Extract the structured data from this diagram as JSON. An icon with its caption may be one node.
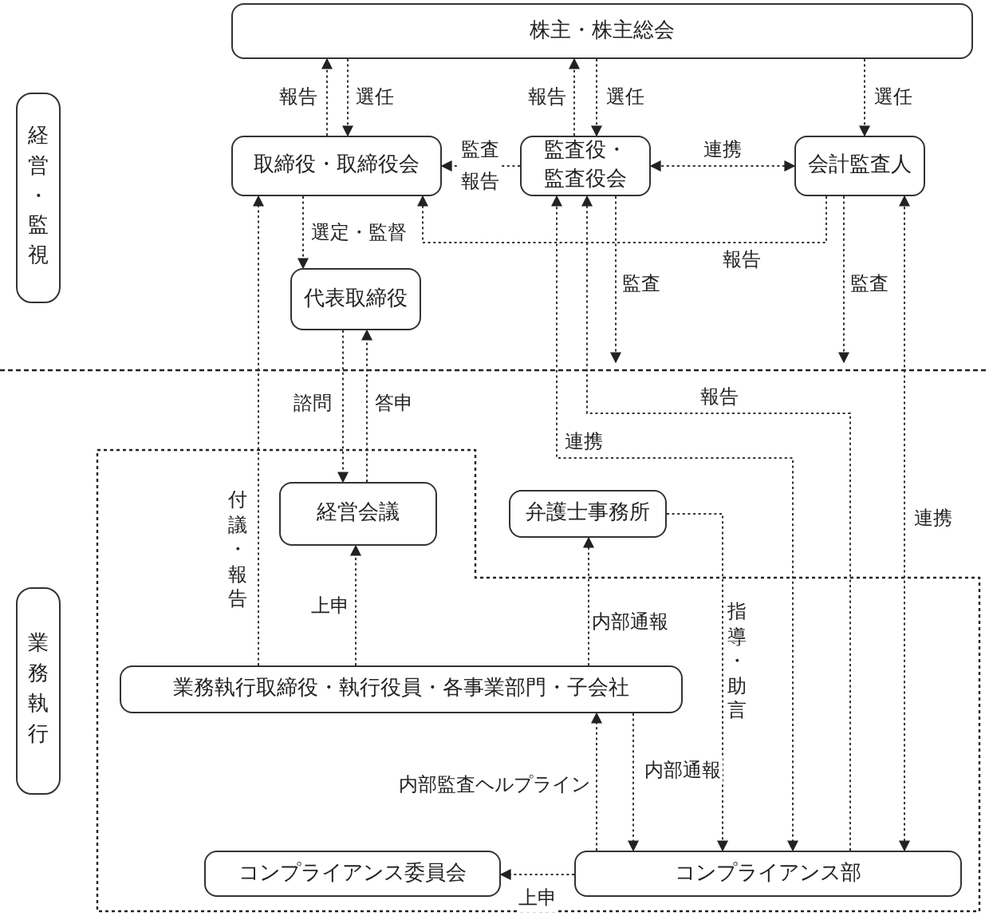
{
  "diagram": {
    "nodes": [
      {
        "text": [
          "株主・株主総会"
        ]
      },
      {
        "text": [
          "経営・監視"
        ]
      },
      {
        "text": [
          "取締役・取締役会"
        ]
      },
      {
        "text": [
          "監査役・監査役会"
        ]
      },
      {
        "text": [
          "会計監査人"
        ]
      },
      {
        "text": [
          "代表取締役"
        ]
      },
      {
        "text": [
          "業務執行"
        ]
      },
      {
        "text": [
          "経営会議"
        ]
      },
      {
        "text": [
          "弁護士事務所"
        ]
      },
      {
        "text": [
          "業務執行取締役・執行役員・各事業部門・子会社"
        ]
      },
      {
        "text": [
          "コンプライアンス委員会"
        ]
      },
      {
        "text": [
          "コンプライアンス部"
        ]
      }
    ],
    "edges": [
      {
        "from": 2,
        "to": 0,
        "arrow": "to",
        "label": "報告"
      },
      {
        "from": 0,
        "to": 2,
        "arrow": "to",
        "label": "選任"
      },
      {
        "from": 3,
        "to": 0,
        "arrow": "to",
        "label": "報告"
      },
      {
        "from": 0,
        "to": 3,
        "arrow": "to",
        "label": "選任"
      },
      {
        "from": 0,
        "to": 4,
        "arrow": "to",
        "label": "選任"
      },
      {
        "from": 3,
        "to": 2,
        "arrow": "to",
        "label": "監査報告"
      },
      {
        "from": 3,
        "to": 4,
        "arrow": "both",
        "label": "連携"
      },
      {
        "from": 2,
        "to": 5,
        "arrow": "to",
        "label": "選定・監督"
      },
      {
        "from": 4,
        "to": 2,
        "arrow": "to",
        "label": "報告"
      },
      {
        "from": 3,
        "to": null,
        "arrow": "to",
        "label": "監査"
      },
      {
        "from": 4,
        "to": null,
        "arrow": "to",
        "label": "監査"
      },
      {
        "from": 5,
        "to": 7,
        "arrow": "to",
        "label": "諮問"
      },
      {
        "from": 7,
        "to": 5,
        "arrow": "to",
        "label": "答申"
      },
      {
        "from": 9,
        "to": 2,
        "arrow": "to",
        "label": "付議・報告"
      },
      {
        "from": 9,
        "to": 7,
        "arrow": "to",
        "label": "上申"
      },
      {
        "from": 9,
        "to": 8,
        "arrow": "to",
        "label": "内部通報"
      },
      {
        "from": 11,
        "to": 9,
        "arrow": "to",
        "label": "内部監査ヘルプライン"
      },
      {
        "from": 9,
        "to": 11,
        "arrow": "to",
        "label": "内部通報"
      },
      {
        "from": 8,
        "to": 11,
        "arrow": "to",
        "label": "指導・助言"
      },
      {
        "from": 3,
        "to": 11,
        "arrow": "both",
        "label": "連携"
      },
      {
        "from": 11,
        "to": 3,
        "arrow": "to",
        "label": "報告"
      },
      {
        "from": 4,
        "to": 11,
        "arrow": "both",
        "label": "連携"
      },
      {
        "from": 11,
        "to": 10,
        "arrow": "to",
        "label": "上申"
      }
    ]
  }
}
